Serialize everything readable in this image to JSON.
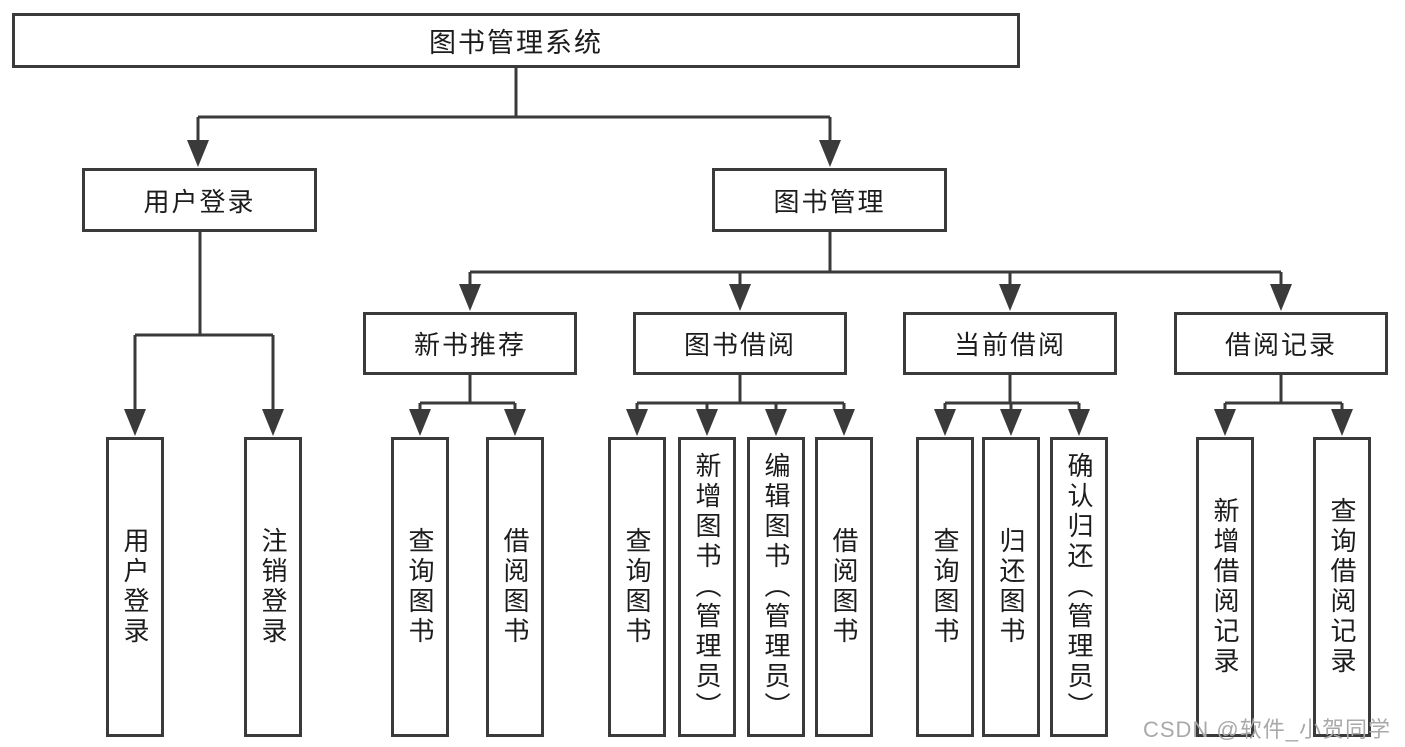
{
  "diagram": {
    "root": {
      "label": "图书管理系统"
    },
    "branches": [
      {
        "label": "用户登录",
        "children": [
          {
            "label": "用户登录"
          },
          {
            "label": "注销登录"
          }
        ]
      },
      {
        "label": "图书管理",
        "children": [
          {
            "label": "新书推荐",
            "children": [
              {
                "label": "查询图书"
              },
              {
                "label": "借阅图书"
              }
            ]
          },
          {
            "label": "图书借阅",
            "children": [
              {
                "label": "查询图书"
              },
              {
                "label": "新增图书（管理员）"
              },
              {
                "label": "编辑图书（管理员）"
              },
              {
                "label": "借阅图书"
              }
            ]
          },
          {
            "label": "当前借阅",
            "children": [
              {
                "label": "查询图书"
              },
              {
                "label": "归还图书"
              },
              {
                "label": "确认归还（管理员）"
              }
            ]
          },
          {
            "label": "借阅记录",
            "children": [
              {
                "label": "新增借阅记录"
              },
              {
                "label": "查询借阅记录"
              }
            ]
          }
        ]
      }
    ]
  },
  "watermark": {
    "text": "CSDN @软件_小贺同学"
  },
  "colors": {
    "line": "#3a3a3a",
    "text": "#1c1c1c",
    "fill": "#ffffff",
    "bg": "#ffffff",
    "watermark": "#a9a9a9"
  }
}
